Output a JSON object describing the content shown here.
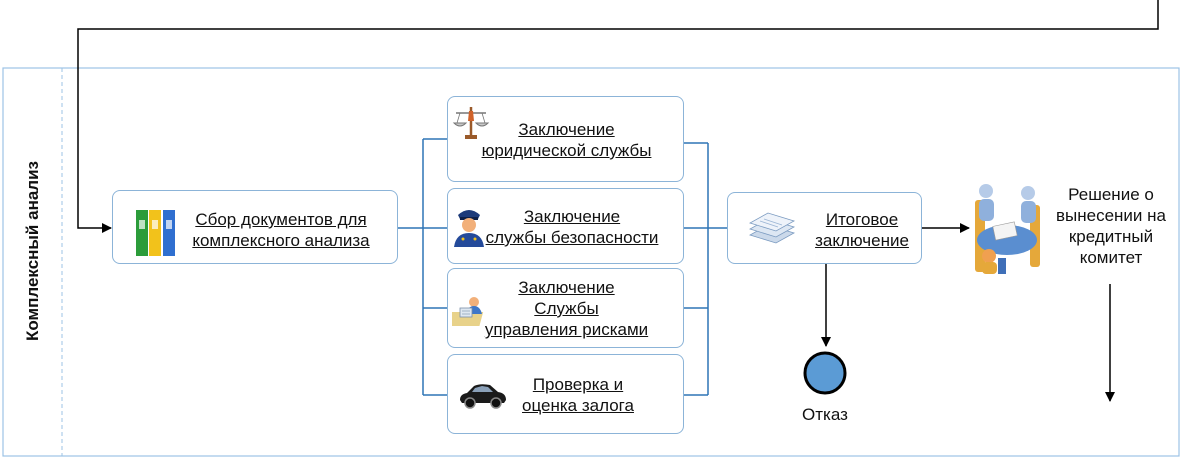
{
  "lane": {
    "title": "Комплексный анализ"
  },
  "steps": {
    "collect": {
      "line1": "Сбор документов для",
      "line2": "комплексного анализа"
    },
    "legal": {
      "line1": "Заключение",
      "line2": "юридической службы"
    },
    "security": {
      "line1": "Заключение",
      "line2": "службы безопасности"
    },
    "risk": {
      "line1": "Заключение",
      "line2": "Службы",
      "line3": "управления рисками"
    },
    "collateral": {
      "line1": "Проверка и",
      "line2": "оценка залога"
    },
    "final": {
      "line1": "Итоговое",
      "line2": "заключение"
    }
  },
  "decision": {
    "line1": "Решение о",
    "line2": "вынесении на",
    "line3": "кредитный",
    "line4": "комитет"
  },
  "end_event": {
    "label": "Отказ"
  },
  "colors": {
    "connector": "#2e75b6",
    "box_border": "#8cb4d8",
    "end_event_fill": "#5b9bd5",
    "lane_border": "#9cc3e5"
  },
  "icons": {
    "collect": "binders-icon",
    "legal": "scales-of-justice-icon",
    "security": "police-officer-icon",
    "risk": "risk-analyst-icon",
    "collateral": "car-icon",
    "final": "document-stack-icon",
    "decision": "meeting-table-icon"
  }
}
